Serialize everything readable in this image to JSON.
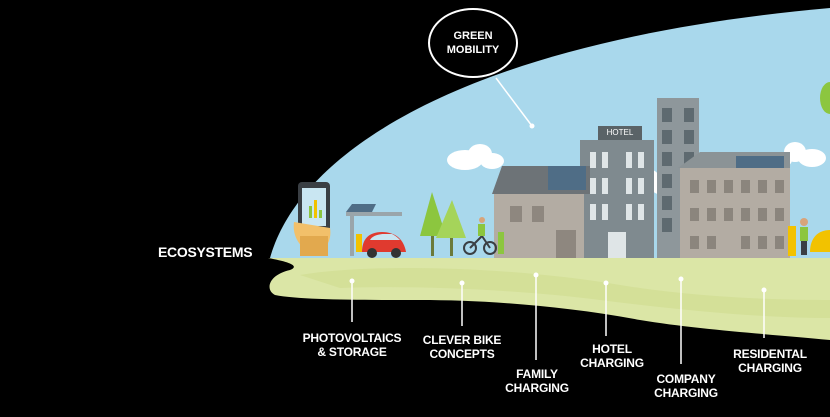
{
  "bubble": {
    "text": "GREEN\nMOBILITY"
  },
  "ecosystems_label": "ECOSYSTEMS",
  "hotel_sign": "HOTEL",
  "labels": [
    {
      "id": "photovoltaics",
      "text": "PHOTOVOLTAICS\n& STORAGE"
    },
    {
      "id": "clever-bike",
      "text": "CLEVER BIKE\nCONCEPTS"
    },
    {
      "id": "family",
      "text": "FAMILY\nCHARGING"
    },
    {
      "id": "hotel",
      "text": "HOTEL\nCHARGING"
    },
    {
      "id": "company",
      "text": "COMPANY\nCHARGING"
    },
    {
      "id": "residential",
      "text": "RESIDENTAL\nCHARGING"
    }
  ],
  "colors": {
    "sky": "#a9d8ec",
    "ground": "#dbe6a6",
    "building_dark": "#7f8a8f",
    "tree": "#8cc63f",
    "car": "#e03a2f"
  }
}
